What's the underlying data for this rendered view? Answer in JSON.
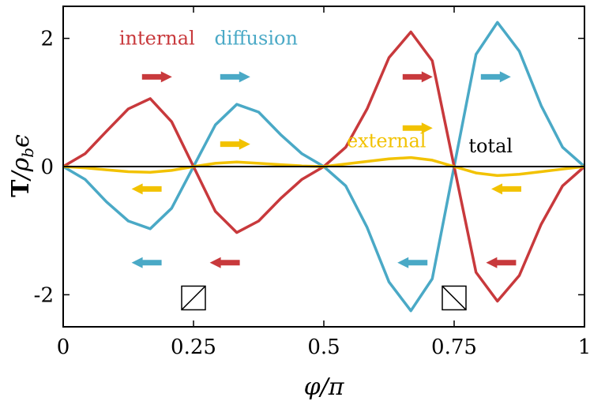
{
  "chart_data": {
    "type": "line",
    "xlabel": "φ/π",
    "ylabel_main": "T",
    "ylabel_rest": "/ρ",
    "ylabel_sub": "b",
    "ylabel_end": "ϵ",
    "xlim": [
      0,
      1
    ],
    "ylim": [
      -2.5,
      2.5
    ],
    "x_ticks": [
      {
        "value": 0,
        "label": "0"
      },
      {
        "value": 0.25,
        "label": "0.25"
      },
      {
        "value": 0.5,
        "label": "0.5"
      },
      {
        "value": 0.75,
        "label": "0.75"
      },
      {
        "value": 1,
        "label": "1"
      }
    ],
    "y_ticks": [
      {
        "value": -2,
        "label": "-2"
      },
      {
        "value": 0,
        "label": "0"
      },
      {
        "value": 2,
        "label": "2"
      }
    ],
    "grid": false,
    "series": [
      {
        "name": "internal",
        "color": "#c8393c",
        "x": [
          0,
          0.042,
          0.083,
          0.125,
          0.167,
          0.208,
          0.25,
          0.292,
          0.333,
          0.375,
          0.417,
          0.458,
          0.5,
          0.542,
          0.583,
          0.625,
          0.667,
          0.708,
          0.75,
          0.792,
          0.833,
          0.875,
          0.917,
          0.958,
          1
        ],
        "values": [
          0,
          0.2,
          0.55,
          0.9,
          1.06,
          0.7,
          0,
          -0.7,
          -1.03,
          -0.85,
          -0.5,
          -0.2,
          0,
          0.3,
          0.9,
          1.7,
          2.1,
          1.65,
          0,
          -1.65,
          -2.1,
          -1.7,
          -0.9,
          -0.3,
          0
        ]
      },
      {
        "name": "diffusion",
        "color": "#4aa9c6",
        "x": [
          0,
          0.042,
          0.083,
          0.125,
          0.167,
          0.208,
          0.25,
          0.292,
          0.333,
          0.375,
          0.417,
          0.458,
          0.5,
          0.542,
          0.583,
          0.625,
          0.667,
          0.708,
          0.75,
          0.792,
          0.833,
          0.875,
          0.917,
          0.958,
          1
        ],
        "values": [
          0,
          -0.2,
          -0.55,
          -0.85,
          -0.97,
          -0.65,
          0,
          0.65,
          0.97,
          0.85,
          0.5,
          0.2,
          0,
          -0.3,
          -0.95,
          -1.8,
          -2.25,
          -1.75,
          0,
          1.75,
          2.25,
          1.8,
          0.95,
          0.3,
          0
        ]
      },
      {
        "name": "external",
        "color": "#f2c200",
        "x": [
          0,
          0.042,
          0.083,
          0.125,
          0.167,
          0.208,
          0.25,
          0.292,
          0.333,
          0.375,
          0.417,
          0.458,
          0.5,
          0.542,
          0.583,
          0.625,
          0.667,
          0.708,
          0.75,
          0.792,
          0.833,
          0.875,
          0.917,
          0.958,
          1
        ],
        "values": [
          0,
          -0.02,
          -0.05,
          -0.08,
          -0.09,
          -0.06,
          0,
          0.05,
          0.07,
          0.05,
          0.03,
          0.01,
          0,
          0.04,
          0.08,
          0.12,
          0.14,
          0.1,
          0,
          -0.1,
          -0.14,
          -0.12,
          -0.08,
          -0.04,
          0
        ]
      },
      {
        "name": "total",
        "color": "#000000",
        "x": [
          0,
          0.042,
          0.083,
          0.125,
          0.167,
          0.208,
          0.25,
          0.292,
          0.333,
          0.375,
          0.417,
          0.458,
          0.5,
          0.542,
          0.583,
          0.625,
          0.667,
          0.708,
          0.75,
          0.792,
          0.833,
          0.875,
          0.917,
          0.958,
          1
        ],
        "values": [
          0,
          0,
          0,
          0,
          0,
          0,
          0,
          0,
          0,
          0,
          0,
          0,
          0,
          0,
          0,
          0,
          0,
          0,
          0,
          0,
          0,
          0,
          0,
          0,
          0
        ]
      }
    ],
    "arrows": [
      {
        "series": "internal",
        "x": 0.18,
        "y": 1.4,
        "dir": "right"
      },
      {
        "series": "diffusion",
        "x": 0.33,
        "y": 1.4,
        "dir": "right"
      },
      {
        "series": "external",
        "x": 0.33,
        "y": 0.35,
        "dir": "right"
      },
      {
        "series": "external",
        "x": 0.16,
        "y": -0.35,
        "dir": "left"
      },
      {
        "series": "diffusion",
        "x": 0.16,
        "y": -1.5,
        "dir": "left"
      },
      {
        "series": "internal",
        "x": 0.31,
        "y": -1.5,
        "dir": "left"
      },
      {
        "series": "internal",
        "x": 0.68,
        "y": 1.4,
        "dir": "right"
      },
      {
        "series": "external",
        "x": 0.68,
        "y": 0.6,
        "dir": "right"
      },
      {
        "series": "diffusion",
        "x": 0.83,
        "y": 1.4,
        "dir": "right"
      },
      {
        "series": "external",
        "x": 0.85,
        "y": -0.35,
        "dir": "left"
      },
      {
        "series": "diffusion",
        "x": 0.67,
        "y": -1.5,
        "dir": "left"
      },
      {
        "series": "internal",
        "x": 0.84,
        "y": -1.5,
        "dir": "left"
      }
    ],
    "annotations": [
      {
        "text": "internal",
        "series": "internal",
        "x": 0.18,
        "y": 1.9
      },
      {
        "text": "diffusion",
        "series": "diffusion",
        "x": 0.37,
        "y": 1.9
      },
      {
        "text": "external",
        "series": "external",
        "x": 0.62,
        "y": 0.3
      },
      {
        "text": "total",
        "series": "total",
        "x": 0.82,
        "y": 0.22
      }
    ],
    "markers": [
      {
        "x": 0.25,
        "y": -2.05,
        "diag": "forward"
      },
      {
        "x": 0.75,
        "y": -2.05,
        "diag": "backward"
      }
    ]
  }
}
